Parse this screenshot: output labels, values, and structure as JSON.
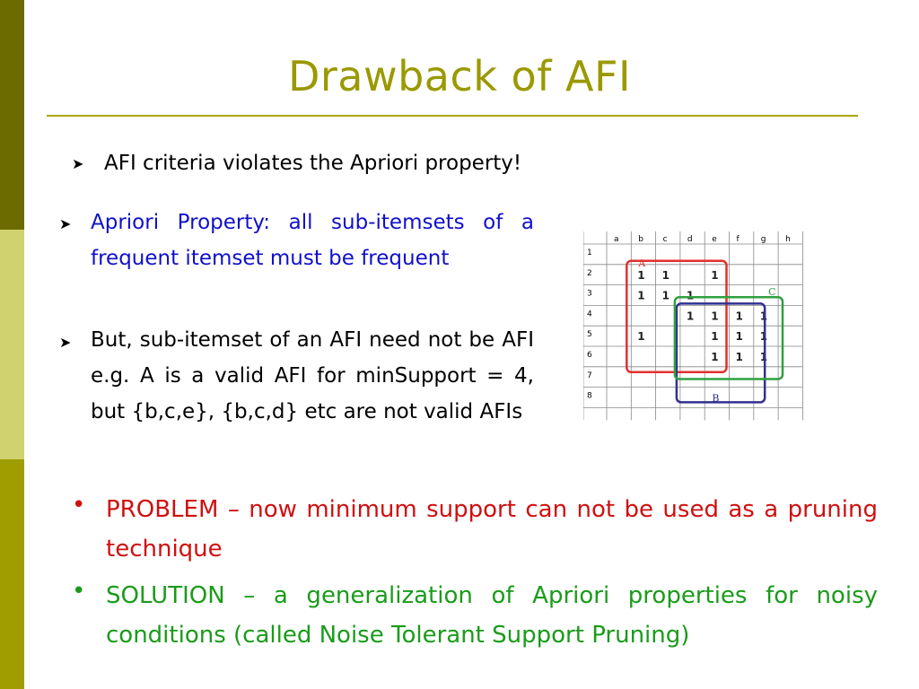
{
  "title": "Drawback of AFI",
  "bullets": {
    "b1": "AFI criteria violates the Apriori property!",
    "b2": "Apriori Property: all sub-itemsets of a frequent itemset must be frequent",
    "b3": "But, sub-itemset of an AFI need not be AFI e.g. A is a valid AFI for minSupport = 4, but {b,c,e}, {b,c,d} etc are not valid AFIs"
  },
  "problem": "PROBLEM – now minimum support can not be used as a pruning technique",
  "solution": "SOLUTION – a generalization of Apriori properties for noisy conditions (called Noise Tolerant Support Pruning)",
  "matrix": {
    "columns": [
      "a",
      "b",
      "c",
      "d",
      "e",
      "f",
      "g",
      "h"
    ],
    "rows": [
      "1",
      "2",
      "3",
      "4",
      "5",
      "6",
      "7",
      "8"
    ],
    "ones": [
      [
        2,
        2
      ],
      [
        2,
        3
      ],
      [
        2,
        5
      ],
      [
        3,
        2
      ],
      [
        3,
        3
      ],
      [
        3,
        4
      ],
      [
        4,
        4
      ],
      [
        4,
        5
      ],
      [
        4,
        6
      ],
      [
        4,
        7
      ],
      [
        5,
        2
      ],
      [
        5,
        5
      ],
      [
        5,
        6
      ],
      [
        5,
        7
      ],
      [
        6,
        5
      ],
      [
        6,
        6
      ],
      [
        6,
        7
      ]
    ],
    "one_symbol": "1",
    "regions": [
      {
        "label": "A",
        "color": "#e03030"
      },
      {
        "label": "B",
        "color": "#303090"
      },
      {
        "label": "C",
        "color": "#30a040"
      }
    ]
  },
  "colors": {
    "sidebar_dark": "#6b6b00",
    "sidebar_light": "#cfd26e",
    "sidebar_mid": "#9e9e00",
    "title": "#9a9a00",
    "blue_text": "#1010cc",
    "problem": "#d01010",
    "solution": "#1a9c1a"
  }
}
